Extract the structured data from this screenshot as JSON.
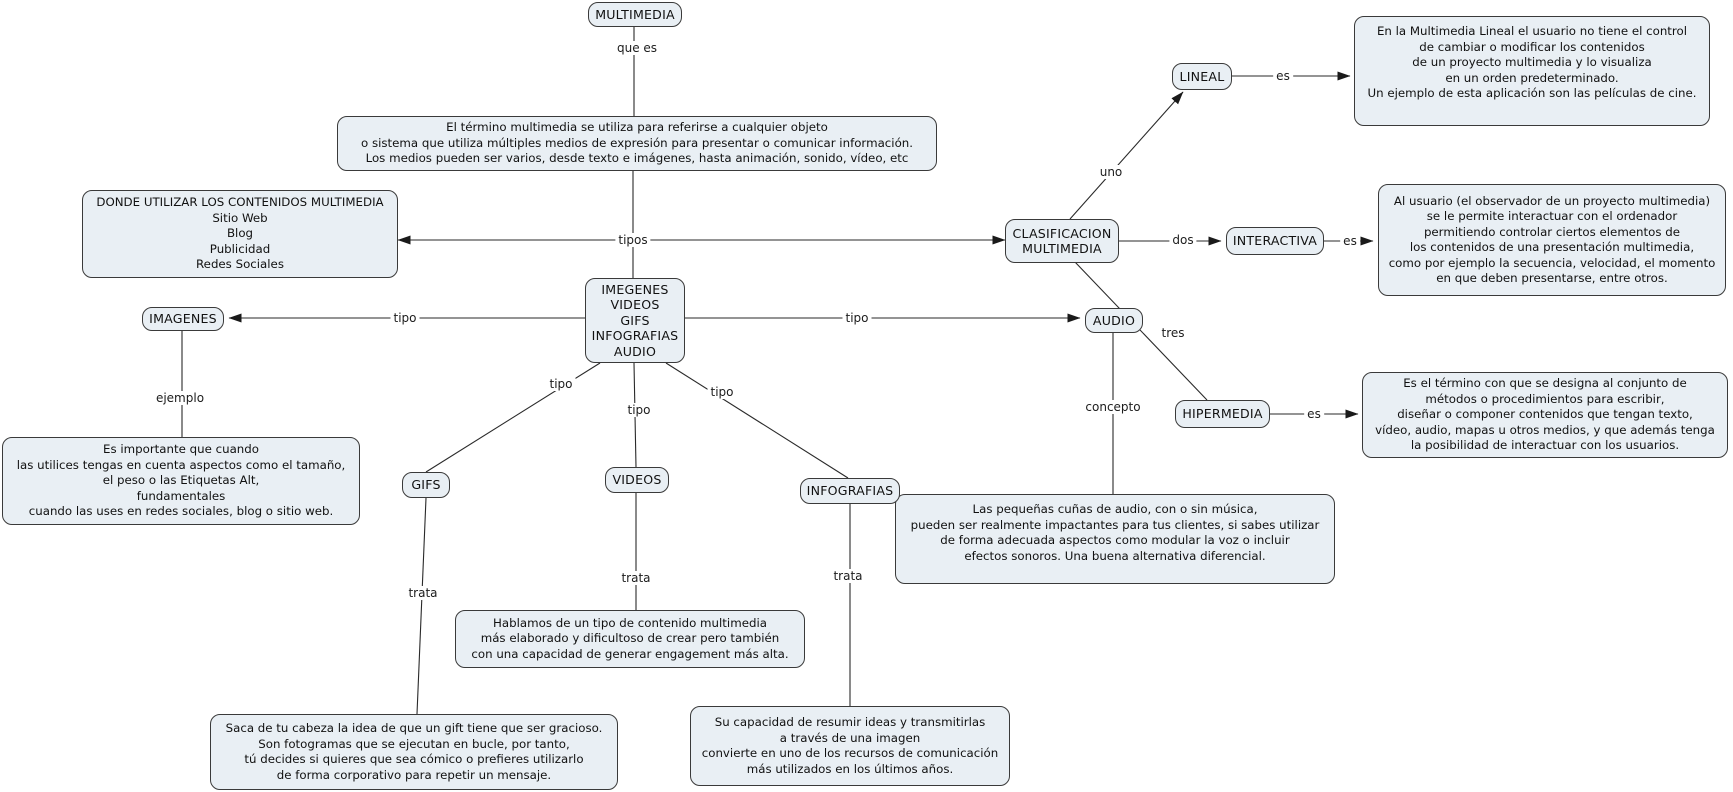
{
  "map": {
    "colors": {
      "node_fill": "#e9eff4",
      "node_border": "#3a3a3a",
      "line": "#2a2a2a",
      "background": "#ffffff"
    },
    "nodes": {
      "multimedia": "MULTIMEDIA",
      "definition": "El término multimedia se utiliza para referirse a cualquier objeto\no sistema que utiliza múltiples medios de expresión para presentar o comunicar información.\nLos medios pueden ser varios, desde texto e imágenes, hasta animación, sonido, vídeo, etc",
      "donde": "DONDE UTILIZAR LOS CONTENIDOS MULTIMEDIA\nSitio Web\nBlog\nPublicidad\nRedes Sociales",
      "clasificacion": "CLASIFICACION\nMULTIMEDIA",
      "lineal": "LINEAL",
      "lineal_desc": "En la Multimedia Lineal el usuario no tiene el control\nde cambiar o modificar los contenidos\nde un proyecto multimedia y lo visualiza\nen un orden predeterminado.\nUn ejemplo de esta aplicación son las películas de cine.",
      "interactiva": "INTERACTIVA",
      "interactiva_desc": "Al usuario (el observador de un proyecto multimedia)\nse le permite interactuar con el ordenador\npermitiendo controlar ciertos elementos de\nlos contenidos de una presentación multimedia,\ncomo por ejemplo la secuencia, velocidad, el momento\nen que deben presentarse, entre otros.",
      "hipermedia": "HIPERMEDIA",
      "hipermedia_desc": "Es el término con que se designa al conjunto de\nmétodos o procedimientos para escribir,\ndiseñar  o componer contenidos que tengan texto,\nvídeo, audio, mapas u otros medios, y que además tenga\nla posibilidad de interactuar con los usuarios.",
      "central": "IMEGENES\nVIDEOS\nGIFS\nINFOGRAFIAS\nAUDIO",
      "imagenes": "IMAGENES",
      "imagenes_desc": "Es importante que cuando\nlas utilices tengas en cuenta aspectos como el tamaño,\nel peso o las Etiquetas Alt,\nfundamentales\ncuando las uses en redes sociales, blog o sitio web.",
      "gifs": "GIFS",
      "gifs_desc": "Saca de tu cabeza la idea de que un gift tiene que ser gracioso.\nSon fotogramas que se ejecutan en bucle, por tanto,\ntú decides si quieres que sea cómico o prefieres utilizarlo\nde forma corporativo para repetir un mensaje.",
      "videos": "VIDEOS",
      "videos_desc": "Hablamos de un tipo de contenido multimedia\nmás elaborado y dificultoso de crear pero también\ncon una capacidad de generar engagement más alta.",
      "infografias": "INFOGRAFIAS",
      "infografias_desc": "Su capacidad de resumir ideas y transmitirlas\na través de una imagen\nconvierte en uno de los recursos de comunicación\nmás utilizados en los últimos años.",
      "audio": "AUDIO",
      "audio_desc": "Las pequeñas cuñas de audio, con o sin música,\npueden ser realmente impactantes para tus clientes, si sabes utilizar\nde forma adecuada aspectos como modular la voz o incluir\nefectos sonoros. Una buena alternativa diferencial."
    },
    "labels": {
      "que_es": "que es",
      "tipos": "tipos",
      "uno": "uno",
      "dos": "dos",
      "tres": "tres",
      "es_lineal": "es",
      "es_interactiva": "es",
      "es_hipermedia": "es",
      "tipo_imagenes": "tipo",
      "tipo_audio": "tipo",
      "tipo_gifs": "tipo",
      "tipo_videos": "tipo",
      "tipo_infografias": "tipo",
      "ejemplo": "ejemplo",
      "concepto": "concepto",
      "trata_gifs": "trata",
      "trata_videos": "trata",
      "trata_infografias": "trata"
    }
  }
}
